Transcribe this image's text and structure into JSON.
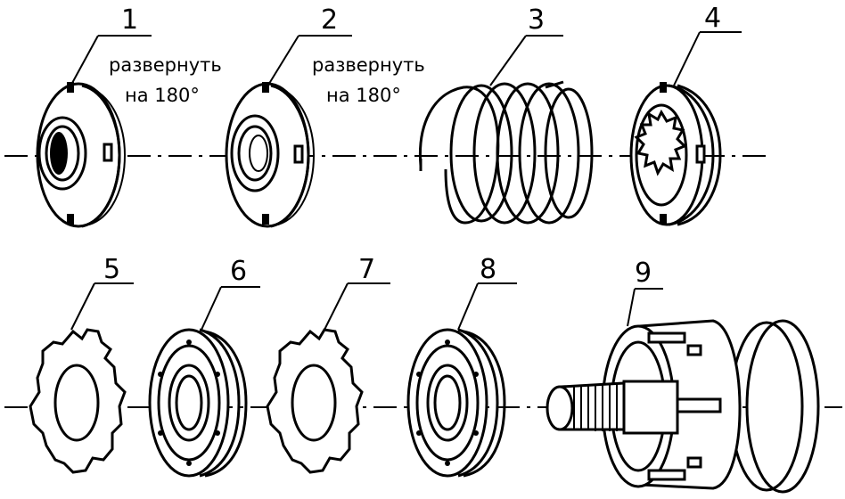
{
  "parts": [
    {
      "number": "1",
      "note_line1": "развернуть",
      "note_line2": "на 180°"
    },
    {
      "number": "2",
      "note_line1": "развернуть",
      "note_line2": "на 180°"
    },
    {
      "number": "3"
    },
    {
      "number": "4"
    },
    {
      "number": "5"
    },
    {
      "number": "6"
    },
    {
      "number": "7"
    },
    {
      "number": "8"
    },
    {
      "number": "9"
    }
  ]
}
